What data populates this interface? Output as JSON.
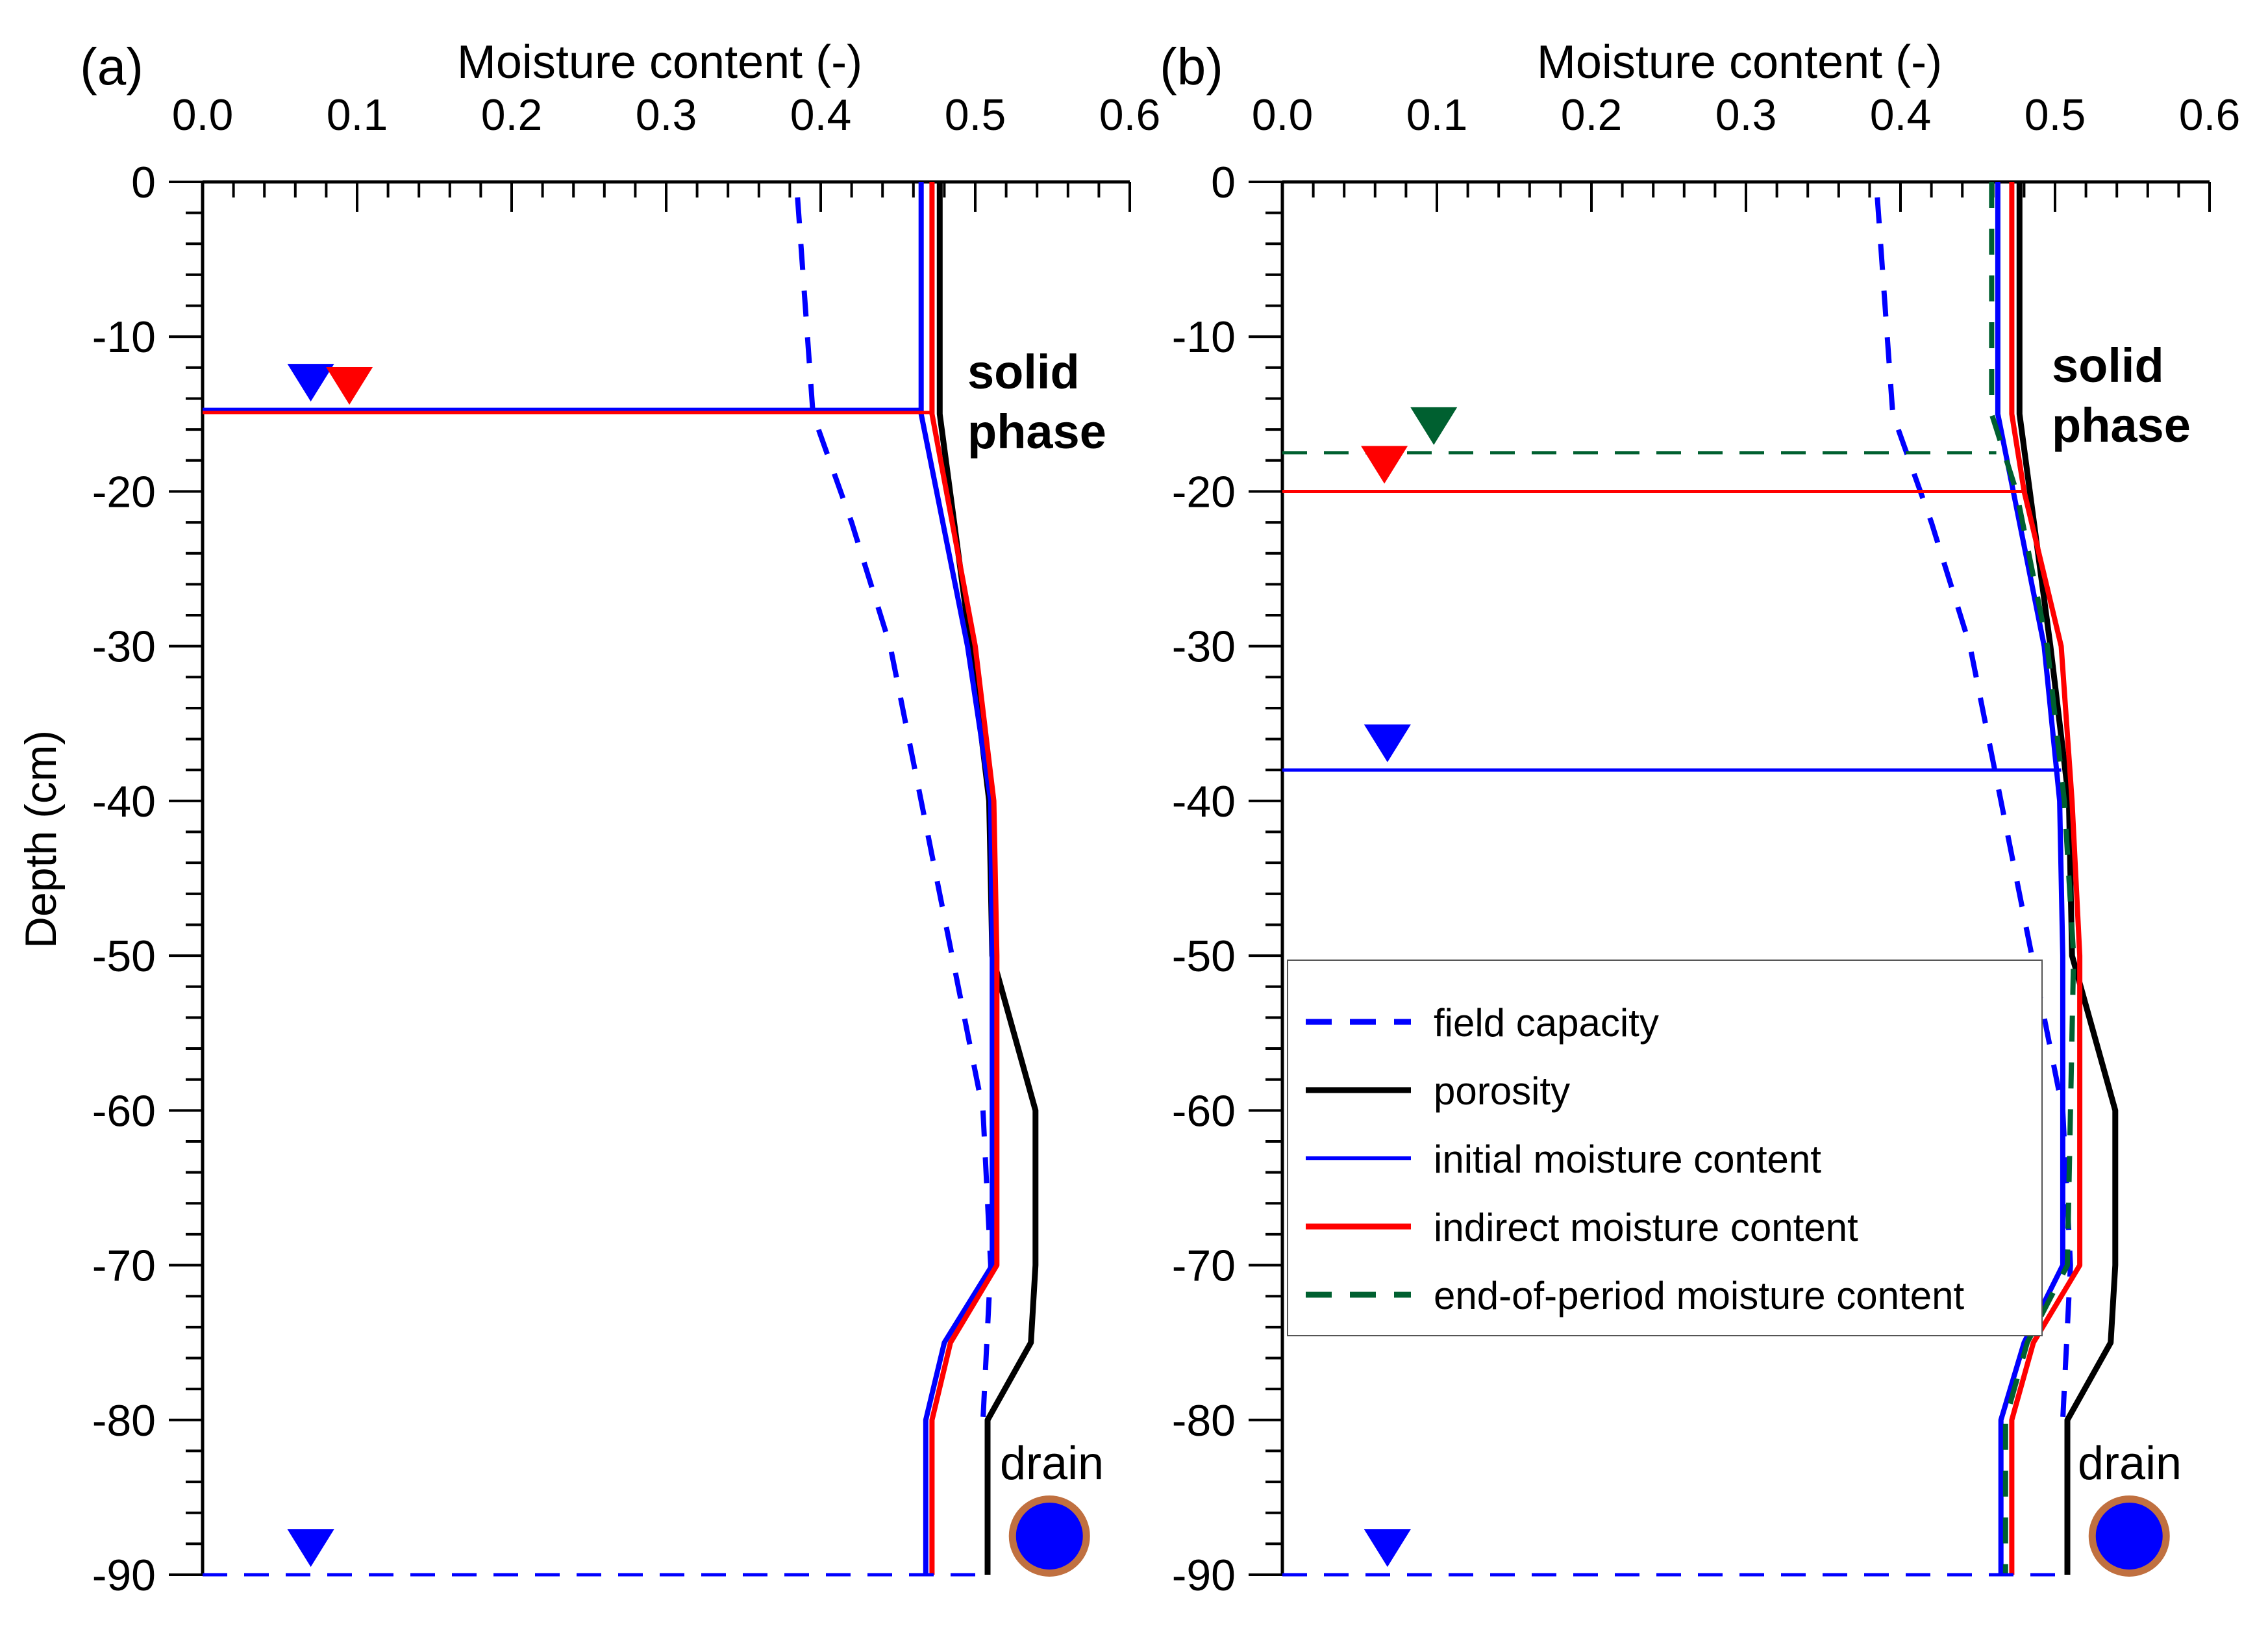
{
  "colors": {
    "field_capacity": "#0000ff",
    "porosity": "#000000",
    "initial": "#0000ff",
    "indirect": "#ff0000",
    "end_of_period": "#006030",
    "drain_fill": "#0000ff",
    "drain_ring": "#c07040"
  },
  "chart_data": [
    {
      "type": "line",
      "panel_label": "(a)",
      "xlabel": "Moisture content (-)",
      "ylabel": "Depth (cm)",
      "xlim": [
        0.0,
        0.6
      ],
      "ylim": [
        -90,
        0
      ],
      "x_ticks": [
        "0.0",
        "0.1",
        "0.2",
        "0.3",
        "0.4",
        "0.5",
        "0.6"
      ],
      "y_ticks": [
        "0",
        "-10",
        "-20",
        "-30",
        "-40",
        "-50",
        "-60",
        "-70",
        "-80",
        "-90"
      ],
      "annotations": {
        "phase": [
          "solid",
          "phase"
        ],
        "drain": "drain"
      },
      "series": [
        {
          "key": "field_capacity",
          "style": "dashed",
          "x": [
            0.385,
            0.39,
            0.395,
            0.42,
            0.445,
            0.465,
            0.485,
            0.505,
            0.51,
            0.505
          ],
          "y": [
            -1,
            -8,
            -15,
            -22,
            -30,
            -40,
            -50,
            -60,
            -70,
            -80
          ]
        },
        {
          "key": "porosity",
          "style": "solid",
          "x": [
            0.477,
            0.477,
            0.497,
            0.509,
            0.511,
            0.539,
            0.539,
            0.536,
            0.508,
            0.508
          ],
          "y": [
            0,
            -15,
            -30,
            -40,
            -50,
            -60,
            -70,
            -75,
            -80,
            -90
          ]
        },
        {
          "key": "initial",
          "style": "solid",
          "x": [
            0.465,
            0.465,
            0.495,
            0.51,
            0.511,
            0.511,
            0.48,
            0.468,
            0.468
          ],
          "y": [
            0,
            -15,
            -30,
            -40,
            -50,
            -70,
            -75,
            -80,
            -90
          ]
        },
        {
          "key": "indirect",
          "style": "solid",
          "x": [
            0.472,
            0.472,
            0.5,
            0.512,
            0.514,
            0.514,
            0.484,
            0.472,
            0.472
          ],
          "y": [
            0,
            -15,
            -30,
            -40,
            -50,
            -70,
            -75,
            -80,
            -90
          ]
        }
      ],
      "water_tables": [
        {
          "key": "initial",
          "depth": -14.7,
          "x_end": 0.465,
          "style": "solid",
          "marker_x": 0.07
        },
        {
          "key": "indirect",
          "depth": -14.9,
          "x_end": 0.472,
          "style": "solid",
          "marker_x": 0.095
        },
        {
          "key": "field_capacity",
          "depth": -90,
          "x_end": 0.505,
          "style": "dashed",
          "marker_x": 0.07
        }
      ],
      "drain": {
        "x": 0.548,
        "y": -87.5
      }
    },
    {
      "type": "line",
      "panel_label": "(b)",
      "xlabel": "Moisture content (-)",
      "ylabel": "",
      "xlim": [
        0.0,
        0.6
      ],
      "ylim": [
        -90,
        0
      ],
      "x_ticks": [
        "0.0",
        "0.1",
        "0.2",
        "0.3",
        "0.4",
        "0.5",
        "0.6"
      ],
      "y_ticks": [
        "0",
        "-10",
        "-20",
        "-30",
        "-40",
        "-50",
        "-60",
        "-70",
        "-80",
        "-90"
      ],
      "annotations": {
        "phase": [
          "solid",
          "phase"
        ],
        "drain": "drain"
      },
      "series": [
        {
          "key": "field_capacity",
          "style": "dashed",
          "x": [
            0.385,
            0.39,
            0.395,
            0.42,
            0.445,
            0.465,
            0.485,
            0.505,
            0.51,
            0.505
          ],
          "y": [
            -1,
            -8,
            -15,
            -22,
            -30,
            -40,
            -50,
            -60,
            -70,
            -80
          ]
        },
        {
          "key": "porosity",
          "style": "solid",
          "x": [
            0.477,
            0.477,
            0.497,
            0.509,
            0.511,
            0.539,
            0.539,
            0.536,
            0.508,
            0.508
          ],
          "y": [
            0,
            -15,
            -30,
            -40,
            -50,
            -60,
            -70,
            -75,
            -80,
            -90
          ]
        },
        {
          "key": "initial",
          "style": "solid",
          "x": [
            0.463,
            0.463,
            0.473,
            0.493,
            0.503,
            0.505,
            0.505,
            0.48,
            0.465,
            0.465
          ],
          "y": [
            0,
            -15,
            -20,
            -30,
            -40,
            -50,
            -70,
            -75,
            -80,
            -90
          ]
        },
        {
          "key": "indirect",
          "style": "solid",
          "x": [
            0.472,
            0.472,
            0.48,
            0.504,
            0.511,
            0.516,
            0.516,
            0.486,
            0.472,
            0.472
          ],
          "y": [
            0,
            -15,
            -20,
            -30,
            -40,
            -50,
            -70,
            -75,
            -80,
            -90
          ]
        },
        {
          "key": "end_of_period",
          "style": "dashed",
          "x": [
            0.459,
            0.459,
            0.475,
            0.495,
            0.506,
            0.512,
            0.508,
            0.482,
            0.468,
            0.468
          ],
          "y": [
            0,
            -15,
            -20,
            -30,
            -40,
            -50,
            -70,
            -75,
            -80,
            -90
          ]
        }
      ],
      "water_tables": [
        {
          "key": "end_of_period",
          "depth": -17.5,
          "x_end": 0.462,
          "style": "dashed",
          "marker_x": 0.098
        },
        {
          "key": "indirect",
          "depth": -20,
          "x_end": 0.48,
          "style": "solid",
          "marker_x": 0.066
        },
        {
          "key": "initial",
          "depth": -38,
          "x_end": 0.504,
          "style": "solid",
          "marker_x": 0.068
        },
        {
          "key": "field_capacity",
          "depth": -90,
          "x_end": 0.505,
          "style": "dashed",
          "marker_x": 0.068
        }
      ],
      "drain": {
        "x": 0.548,
        "y": -87.5
      },
      "legend": {
        "placement": "lower-left",
        "entries": [
          {
            "key": "field_capacity",
            "label": "field capacity",
            "style": "dashed"
          },
          {
            "key": "porosity",
            "label": "porosity",
            "style": "solid"
          },
          {
            "key": "initial",
            "label": "initial moisture content",
            "style": "solid"
          },
          {
            "key": "indirect",
            "label": "indirect moisture content",
            "style": "solid"
          },
          {
            "key": "end_of_period",
            "label": "end-of-period moisture content",
            "style": "dashed"
          }
        ]
      }
    }
  ]
}
